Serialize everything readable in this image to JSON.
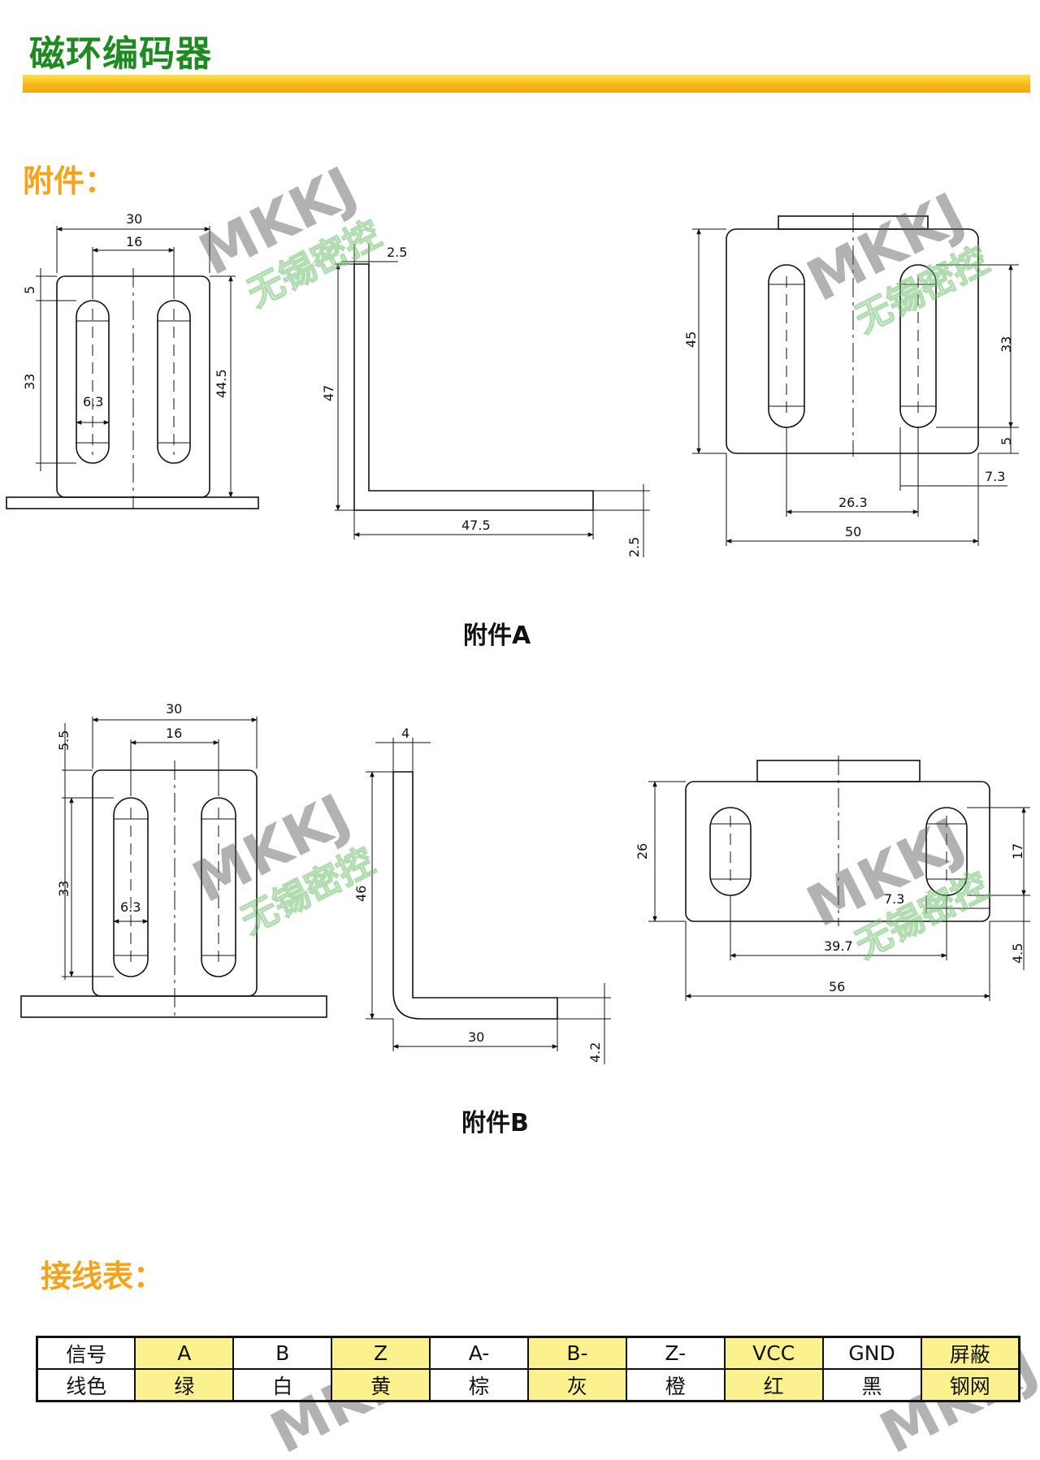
{
  "page": {
    "title": "磁环编码器",
    "attachments_heading": "附件：",
    "wiring_heading": "接线表："
  },
  "watermark": {
    "logo": "MKKJ",
    "company": "无锡密控"
  },
  "attachment_a": {
    "caption": "附件A",
    "front_view": {
      "width": "30",
      "slot_spacing": "16",
      "top_offset": "5",
      "slot_length": "33",
      "slot_width": "6.3",
      "height": "44.5"
    },
    "side_view": {
      "thickness": "2.5",
      "height": "47",
      "base_length": "47.5",
      "base_thickness": "2.5"
    },
    "top_view": {
      "depth": "45",
      "slot_length": "33",
      "bottom_offset": "5",
      "edge_offset": "7.3",
      "slot_spacing": "26.3",
      "width": "50"
    }
  },
  "attachment_b": {
    "caption": "附件B",
    "front_view": {
      "top_offset": "5.5",
      "width": "30",
      "slot_spacing": "16",
      "slot_length": "33",
      "slot_width": "6.3"
    },
    "side_view": {
      "thickness": "4",
      "height": "46",
      "base_length": "30",
      "base_thickness": "4.2"
    },
    "top_view": {
      "depth": "26",
      "slot_length": "17",
      "edge_offset": "7.3",
      "slot_spacing": "39.7",
      "width": "56",
      "bottom_offset": "4.5"
    }
  },
  "wiring_table": {
    "row_signal": [
      "信号",
      "A",
      "B",
      "Z",
      "A-",
      "B-",
      "Z-",
      "VCC",
      "GND",
      "屏蔽"
    ],
    "row_color": [
      "线色",
      "绿",
      "白",
      "黄",
      "棕",
      "灰",
      "橙",
      "红",
      "黑",
      "钢网"
    ]
  },
  "colors": {
    "title_green": "#1f8a1f",
    "heading_orange": "#f5a31a",
    "bar_yellow": "#f7b71a",
    "cell_highlight": "#fbf18e"
  }
}
